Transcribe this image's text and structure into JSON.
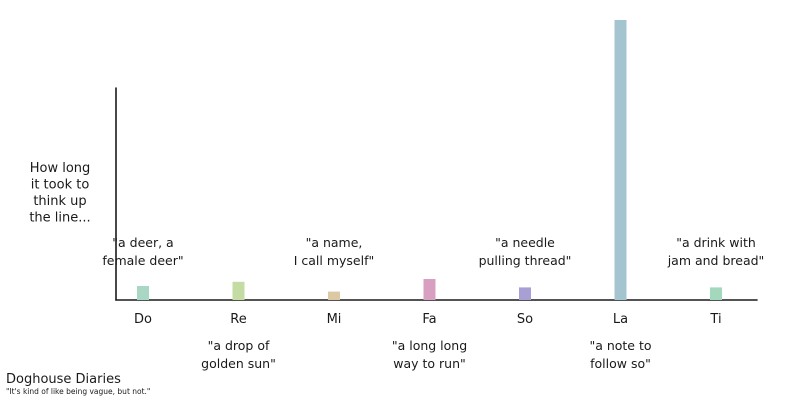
{
  "chart_data": {
    "type": "bar",
    "title": "",
    "xlabel": "",
    "ylabel_lines": [
      "How long",
      "it took to",
      "think up",
      "the line..."
    ],
    "ylim": [
      0,
      100
    ],
    "grid": false,
    "categories": [
      "Do",
      "Re",
      "Mi",
      "Fa",
      "So",
      "La",
      "Ti"
    ],
    "values": [
      5,
      6.5,
      3,
      7.5,
      4.5,
      100,
      4.5
    ],
    "colors": [
      "#a8d8c4",
      "#c4dca4",
      "#dcc8a4",
      "#d8a0c0",
      "#a8a0d4",
      "#a4c4d0",
      "#a4d8bc"
    ],
    "annotations": [
      {
        "category": "Do",
        "position": "above",
        "lines": [
          "\"a deer, a",
          "female deer\""
        ]
      },
      {
        "category": "Re",
        "position": "below",
        "lines": [
          "\"a drop of",
          "golden sun\""
        ]
      },
      {
        "category": "Mi",
        "position": "above",
        "lines": [
          "\"a name,",
          "I call myself\""
        ]
      },
      {
        "category": "Fa",
        "position": "below",
        "lines": [
          "\"a long long",
          "way to run\""
        ]
      },
      {
        "category": "So",
        "position": "above",
        "lines": [
          "\"a needle",
          "pulling thread\""
        ]
      },
      {
        "category": "La",
        "position": "below",
        "lines": [
          "\"a note to",
          "follow so\""
        ]
      },
      {
        "category": "Ti",
        "position": "above",
        "lines": [
          "\"a drink with",
          "jam and bread\""
        ]
      }
    ]
  },
  "credit": {
    "title": "Doghouse Diaries",
    "subtitle": "\"It's kind of like being vague, but not.\""
  }
}
